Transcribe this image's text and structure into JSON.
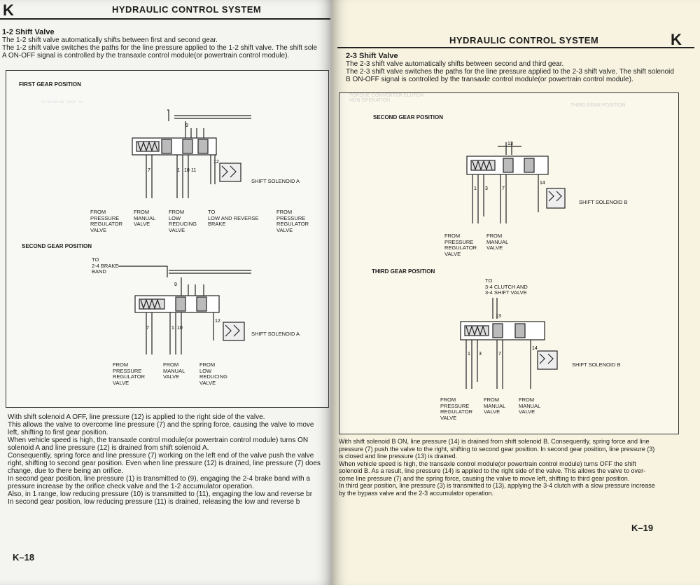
{
  "left_page": {
    "section_letter": "K",
    "header": "HYDRAULIC CONTROL SYSTEM",
    "section_title": "1-2 Shift Valve",
    "intro": [
      "The 1-2 shift valve automatically shifts between first and second gear.",
      "The 1-2 shift valve switches the paths for the line pressure applied to the 1-2 shift valve. The shift sole",
      "A ON-OFF signal is controlled by the transaxle control module(or powertrain control module)."
    ],
    "diagram1": {
      "title": "FIRST GEAR POSITION",
      "from_pressure_regulator": "FROM\nPRESSURE\nREGULATOR\nVALVE",
      "from_manual": "FROM\nMANUAL\nVALVE",
      "from_low_reducing": "FROM\nLOW\nREDUCING\nVALVE",
      "to_low_reverse": "TO\nLOW AND REVERSE\nBRAKE",
      "from_pressure_regulator_2": "FROM\nPRESSURE\nREGULATOR\nVALVE",
      "solenoid": "SHIFT SOLENOID A"
    },
    "diagram2": {
      "title": "SECOND GEAR POSITION",
      "to_brake_band": "TO\n2-4 BRAKE\nBAND",
      "from_pressure_regulator": "FROM\nPRESSURE\nREGULATOR\nVALVE",
      "from_manual": "FROM\nMANUAL\nVALVE",
      "from_low_reducing": "FROM\nLOW\nREDUCING\nVALVE",
      "solenoid": "SHIFT SOLENOID A"
    },
    "body": [
      "With shift solenoid A OFF, line pressure (12) is applied to the right side of the valve.",
      "This allows the valve to overcome line pressure (7) and the spring force, causing the valve to move",
      "left, shifting to first gear position.",
      "When vehicle speed is high, the transaxle control module(or powertrain control module) turns ON",
      "solenoid A and line pressure (12) is drained from shift solenoid A.",
      "Consequently, spring force and line pressure (7) working on the left end of the valve push the valve",
      "right, shifting to second gear position. Even when line pressure (12) is drained, line pressure (7) does",
      "change, due to there being an orifice.",
      "In second gear position, line pressure (1) is transmitted to (9), engaging the 2-4 brake band with a",
      "pressure increase by the orifice check valve and the 1-2 accumulator operation.",
      "Also, in 1 range, low reducing pressure (10) is transmitted to (11), engaging the low and reverse br",
      "In second gear position, low reducing pressure (11) is drained, releasing the low and reverse b"
    ],
    "page_number": "K–18"
  },
  "right_page": {
    "section_letter": "K",
    "header": "HYDRAULIC CONTROL SYSTEM",
    "section_title": "2-3 Shift Valve",
    "intro": [
      "The 2-3 shift valve automatically shifts between second and third gear.",
      "The 2-3 shift valve switches the paths for the line pressure applied to the 2-3 shift valve. The shift solenoid",
      "B ON-OFF signal is controlled by the transaxle control module(or powertrain control module)."
    ],
    "diagram1": {
      "title": "SECOND GEAR POSITION",
      "from_pressure_regulator": "FROM\nPRESSURE\nREGULATOR\nVALVE",
      "from_manual": "FROM\nMANUAL\nVALVE",
      "solenoid": "SHIFT SOLENOID B"
    },
    "diagram2": {
      "title": "THIRD GEAR POSITION",
      "to_clutch": "TO\n3-4 CLUTCH AND\n3-4 SHIFT VALVE",
      "from_pressure_regulator": "FROM\nPRESSURE\nREGULATOR\nVALVE",
      "from_manual": "FROM\nMANUAL\nVALVE",
      "from_manual_2": "FROM\nMANUAL\nVALVE",
      "solenoid": "SHIFT SOLENOID B"
    },
    "body": [
      "With shift solenoid B ON, line pressure (14) is drained from shift solenoid B. Consequently, spring force and line",
      "pressure (7) push the valve to the right, shifting to second gear position. In second gear position, line pressure (3)",
      "is closed and line pressure (13) is drained.",
      "When vehicle speed is high, the transaxle control module(or powertrain control module) turns OFF the shift",
      "solenoid B. As a result, line pressure (14) is applied to the right side of the valve. This allows the valve to over-",
      "come line pressure (7) and the spring force, causing the valve to move left, shifting to third gear position.",
      "In third gear position, line pressure (3) is transmitted to (13), applying the 3-4 clutch with a slow pressure increase",
      "by the bypass valve and the 2-3 accumulator operation."
    ],
    "page_number": "K–19"
  }
}
